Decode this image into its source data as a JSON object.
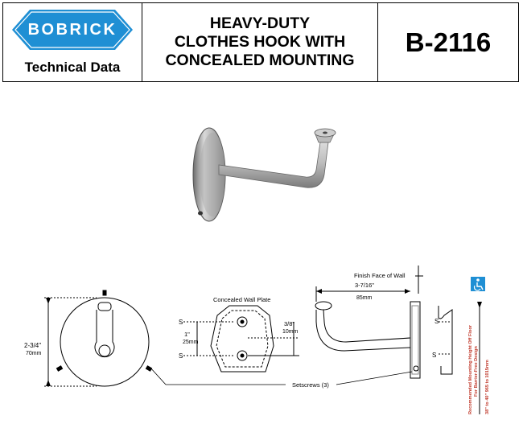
{
  "header": {
    "brand": "BOBRICK",
    "subtitle": "Technical Data",
    "title_lines": [
      "HEAVY-DUTY",
      "CLOTHES HOOK WITH",
      "CONCEALED MOUNTING"
    ],
    "model": "B-2116"
  },
  "drawing": {
    "front_view": {
      "height_label": "2-3/4\"",
      "height_metric": "70mm"
    },
    "plate_view": {
      "title": "Concealed Wall Plate",
      "screw_top": "S",
      "screw_bottom": "S",
      "spacing_label": "1\"",
      "spacing_metric": "25mm",
      "offset_label": "3/8\"",
      "offset_metric": "10mm"
    },
    "side_view": {
      "wall_label": "Finish Face of Wall",
      "projection_label": "3-7/16\"",
      "projection_metric": "85mm",
      "screw_top": "S",
      "screw_bottom": "S"
    },
    "setscrews_label": "Setscrews (3)",
    "mounting_note_lines": [
      "Recommended Mounting Height Off Floor",
      "For Barrier-Free Design",
      "38\" to 40\"  965 to 1015mm"
    ]
  },
  "colors": {
    "logo_blue": "#1f8fd4",
    "border": "#000000"
  }
}
